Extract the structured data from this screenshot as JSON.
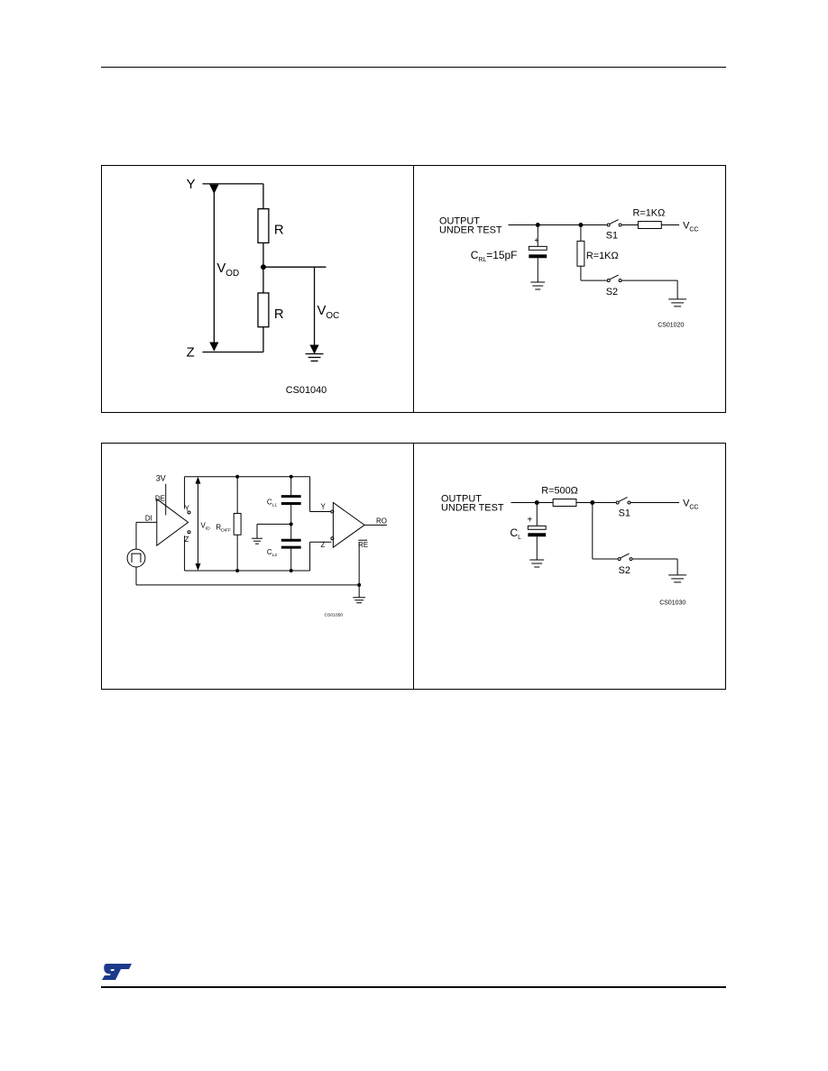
{
  "figures": {
    "fig1": {
      "label_y": "Y",
      "label_z": "Z",
      "r_top": "R",
      "r_bottom": "R",
      "vod": "V",
      "vod_sub": "OD",
      "voc": "V",
      "voc_sub": "OC",
      "code": "CS01040"
    },
    "fig2": {
      "output_line1": "OUTPUT",
      "output_line2": "UNDER TEST",
      "crl": "C",
      "crl_sub": "RL",
      "crl_value": "=15pF",
      "plus": "+",
      "r_top": "R=1KΩ",
      "r_mid": "R=1KΩ",
      "s1": "S1",
      "s2": "S2",
      "vcc": "V",
      "vcc_sub": "CC",
      "code": "CS01020"
    },
    "fig3": {
      "v3": "3V",
      "de": "DE",
      "di": "DI",
      "y": "Y",
      "z": "Z",
      "vid": "V",
      "vid_sub": "ID",
      "rdiff": "R",
      "rdiff_sub": "DIFF",
      "cl1": "C",
      "cl1_sub": "L1",
      "cl2": "C",
      "cl2_sub": "L2",
      "y2": "Y",
      "z2": "Z",
      "ro": "RO",
      "re": "RE",
      "code": "CS01050"
    },
    "fig4": {
      "output_line1": "OUTPUT",
      "output_line2": "UNDER TEST",
      "r": "R=500Ω",
      "cl": "C",
      "cl_sub": "L",
      "plus": "+",
      "s1": "S1",
      "s2": "S2",
      "vcc": "V",
      "vcc_sub": "CC",
      "code": "CS01030"
    }
  },
  "footer": {
    "logo": "st-logo"
  }
}
